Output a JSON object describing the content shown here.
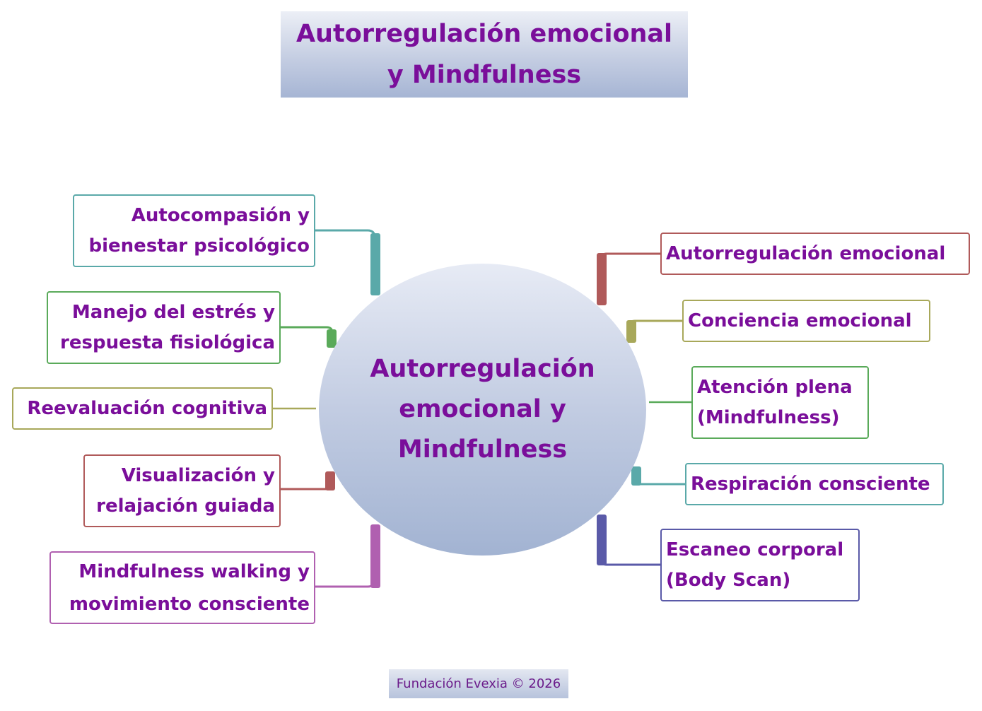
{
  "title": "Autorregulación emocional y Mindfulness",
  "center": "Autorregulación emocional y Mindfulness",
  "footer": "Fundación Evexia © 2026",
  "colors": {
    "text": "#7a0e9a",
    "teal": "#5aa9a9",
    "green": "#5aaa5a",
    "olive": "#a8a85a",
    "red": "#b05a5a",
    "purple": "#b060b0",
    "indigo": "#5a5aa8"
  },
  "left_nodes": [
    {
      "text": "Autocompasión y bienestar psicológico",
      "color": "teal"
    },
    {
      "text": "Manejo del estrés y respuesta fisiológica",
      "color": "green"
    },
    {
      "text": "Reevaluación cognitiva",
      "color": "olive"
    },
    {
      "text": "Visualización y relajación guiada",
      "color": "red"
    },
    {
      "text": "Mindfulness walking y movimiento consciente",
      "color": "purple"
    }
  ],
  "right_nodes": [
    {
      "text": "Autorregulación emocional",
      "color": "red"
    },
    {
      "text": "Conciencia emocional",
      "color": "olive"
    },
    {
      "text": "Atención plena (Mindfulness)",
      "color": "green"
    },
    {
      "text": "Respiración consciente",
      "color": "teal"
    },
    {
      "text": "Escaneo corporal (Body Scan)",
      "color": "indigo"
    }
  ]
}
